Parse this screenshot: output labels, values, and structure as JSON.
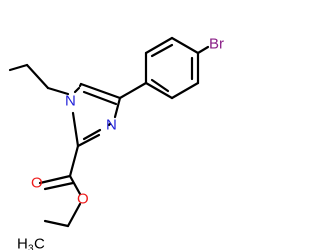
{
  "molecule": {
    "atom_labels": {
      "bromine": "Br",
      "ring_n1": "N",
      "ring_n3": "N",
      "carbonyl_o": "O",
      "ester_o": "O",
      "methyl_h": "H",
      "methyl_sub": "3",
      "methyl_c": "C"
    },
    "colors": {
      "bond": "#000000",
      "nitrogen": "#1f1fd8",
      "oxygen": "#ee1b1b",
      "bromine": "#8a1f87",
      "carbon": "#000000"
    }
  }
}
